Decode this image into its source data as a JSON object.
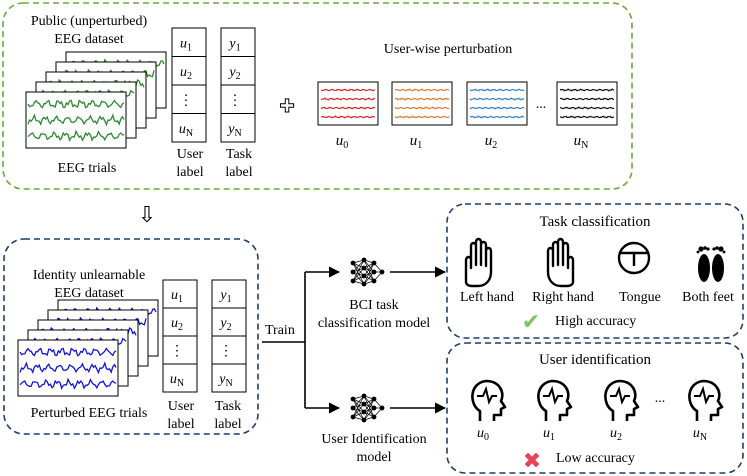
{
  "top_panel": {
    "dataset_title_line1": "Public (unperturbed)",
    "dataset_title_line2": "EEG dataset",
    "trials_label": "EEG trials",
    "user_label_line1": "User",
    "user_label_line2": "label",
    "task_label_line1": "Task",
    "task_label_line2": "label",
    "user_column": [
      "u",
      "u",
      "⋮",
      "u"
    ],
    "user_column_subs": [
      "1",
      "2",
      "",
      "N"
    ],
    "task_column": [
      "y",
      "y",
      "⋮",
      "y"
    ],
    "task_column_subs": [
      "1",
      "2",
      "",
      "N"
    ],
    "plus_symbol": "✚",
    "perturbation_title": "User-wise perturbation",
    "ellipsis": "...",
    "perturbations": [
      {
        "base": "u",
        "sub": "0",
        "color": "#d62728"
      },
      {
        "base": "u",
        "sub": "1",
        "color": "#e07b2a"
      },
      {
        "base": "u",
        "sub": "2",
        "color": "#3a7fc4"
      },
      {
        "base": "u",
        "sub": "N",
        "color": "#111111"
      }
    ],
    "border_color": "#6aaa3a",
    "wave_color": "#2e8b2e"
  },
  "arrow_symbol": "⇩",
  "bottom_panel": {
    "dataset_title_line1": "Identity unlearnable",
    "dataset_title_line2": "EEG dataset",
    "trials_label": "Perturbed EEG trials",
    "user_label_line1": "User",
    "user_label_line2": "label",
    "task_label_line1": "Task",
    "task_label_line2": "label",
    "border_color": "#1f3d6e",
    "wave_color": "#1515d8"
  },
  "train_label": "Train",
  "bci_model": {
    "line1": "BCI task",
    "line2": "classification model"
  },
  "uid_model": {
    "line1": "User Identification",
    "line2": "model"
  },
  "task_classification": {
    "title": "Task classification",
    "classes": [
      "Left hand",
      "Right hand",
      "Tongue",
      "Both feet"
    ],
    "result_mark": "✔",
    "result_text": "High accuracy",
    "result_color": "#7ec46a"
  },
  "user_identification": {
    "title": "User identification",
    "users": [
      {
        "base": "u",
        "sub": "0"
      },
      {
        "base": "u",
        "sub": "1"
      },
      {
        "base": "u",
        "sub": "2"
      },
      {
        "base": "u",
        "sub": "N"
      }
    ],
    "ellipsis": "...",
    "result_mark": "✖",
    "result_text": "Low accuracy",
    "result_color": "#e8435a"
  }
}
